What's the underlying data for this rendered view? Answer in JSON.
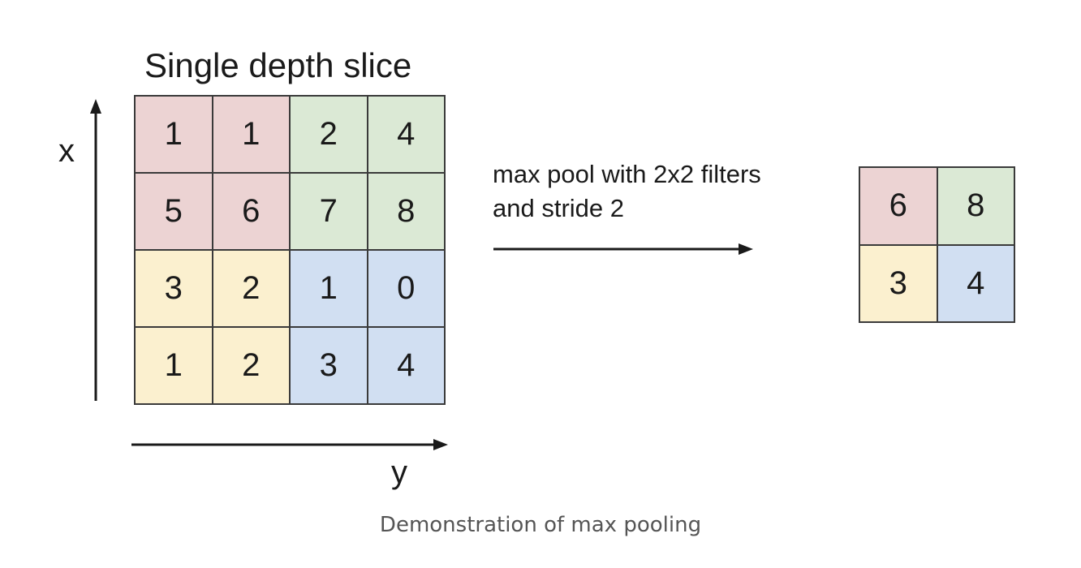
{
  "title": "Single depth slice",
  "axes": {
    "x_label": "x",
    "y_label": "y"
  },
  "operation": {
    "line1": "max pool with 2x2 filters",
    "line2": "and stride 2"
  },
  "colors": {
    "red": "#ecd3d3",
    "green": "#dbe9d5",
    "yellow": "#fbf0cf",
    "blue": "#d1dff2"
  },
  "input_grid": {
    "rows": [
      [
        {
          "value": "1",
          "color": "red"
        },
        {
          "value": "1",
          "color": "red"
        },
        {
          "value": "2",
          "color": "green"
        },
        {
          "value": "4",
          "color": "green"
        }
      ],
      [
        {
          "value": "5",
          "color": "red"
        },
        {
          "value": "6",
          "color": "red"
        },
        {
          "value": "7",
          "color": "green"
        },
        {
          "value": "8",
          "color": "green"
        }
      ],
      [
        {
          "value": "3",
          "color": "yellow"
        },
        {
          "value": "2",
          "color": "yellow"
        },
        {
          "value": "1",
          "color": "blue"
        },
        {
          "value": "0",
          "color": "blue"
        }
      ],
      [
        {
          "value": "1",
          "color": "yellow"
        },
        {
          "value": "2",
          "color": "yellow"
        },
        {
          "value": "3",
          "color": "blue"
        },
        {
          "value": "4",
          "color": "blue"
        }
      ]
    ]
  },
  "output_grid": {
    "rows": [
      [
        {
          "value": "6",
          "color": "red"
        },
        {
          "value": "8",
          "color": "green"
        }
      ],
      [
        {
          "value": "3",
          "color": "yellow"
        },
        {
          "value": "4",
          "color": "blue"
        }
      ]
    ]
  },
  "caption": "Demonstration of max pooling"
}
